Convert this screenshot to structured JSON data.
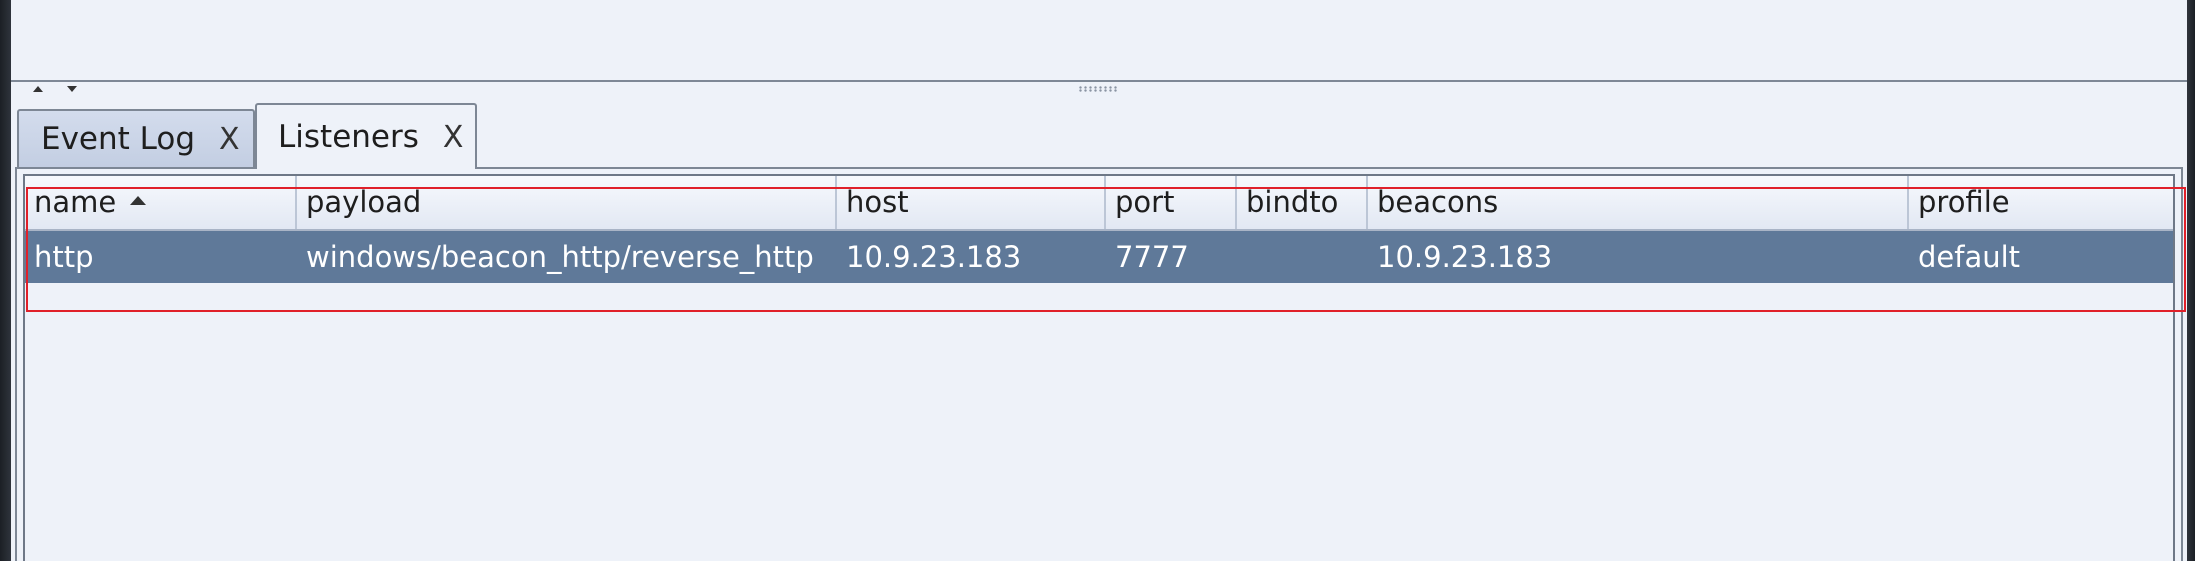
{
  "tabs": [
    {
      "label": "Event Log",
      "close": "X",
      "active": false
    },
    {
      "label": "Listeners",
      "close": "X",
      "active": true
    }
  ],
  "table": {
    "columns": [
      "name",
      "payload",
      "host",
      "port",
      "bindto",
      "beacons",
      "profile"
    ],
    "sort_column": "name",
    "sort_direction": "ascending",
    "rows": [
      {
        "name": "http",
        "payload": "windows/beacon_http/reverse_http",
        "host": "10.9.23.183",
        "port": "7777",
        "bindto": "",
        "beacons": "10.9.23.183",
        "profile": "default",
        "selected": true
      }
    ]
  },
  "icons": {
    "splitter_up": "triangle-up-icon",
    "splitter_down": "triangle-down-icon",
    "sort": "sort-ascending-icon",
    "tab_close": "close-x-icon"
  },
  "colors": {
    "selection": "#5f7999",
    "highlight_box": "#e0202a",
    "background": "#eef2f9"
  }
}
